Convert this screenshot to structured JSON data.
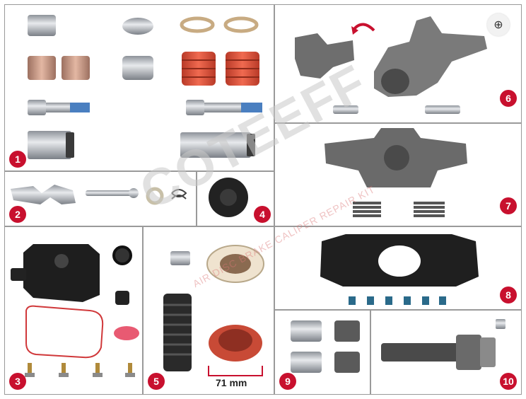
{
  "panels": [
    {
      "number": "1"
    },
    {
      "number": "2"
    },
    {
      "number": "3"
    },
    {
      "number": "4"
    },
    {
      "number": "5"
    },
    {
      "number": "6"
    },
    {
      "number": "7"
    },
    {
      "number": "8"
    },
    {
      "number": "9"
    },
    {
      "number": "10"
    }
  ],
  "dimension_label": "71 mm",
  "watermark": {
    "brand": "COTEEFF",
    "tagline": "AIR DISC BRAKE CALIPER REPAIR KIT"
  },
  "zoom_icon": "magnifier-plus-icon",
  "colors": {
    "badge": "#c8102e",
    "border": "#9a9a9a",
    "rubber": "#e2553f",
    "steel": "#b8bcc2"
  }
}
